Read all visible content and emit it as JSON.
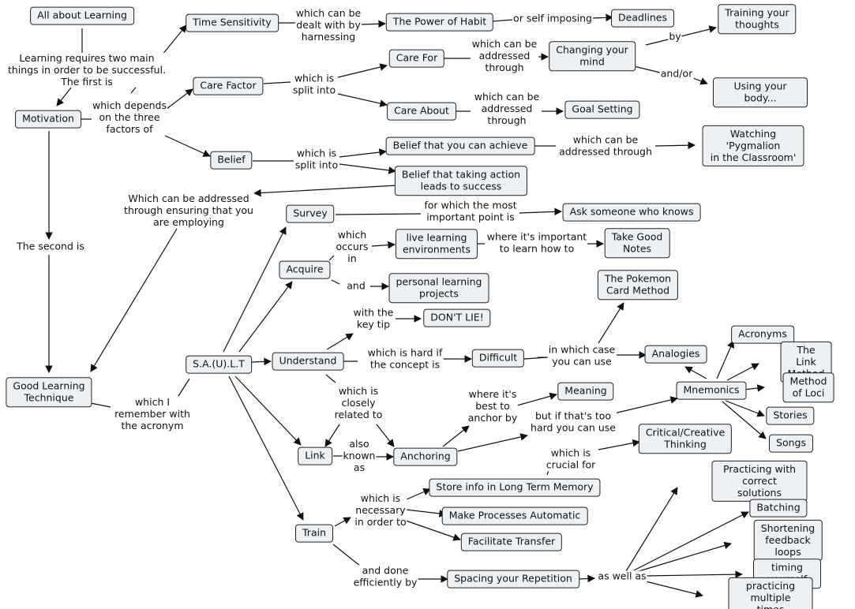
{
  "concepts": {
    "all_about": "All about Learning",
    "motivation": "Motivation",
    "time_sensitivity": "Time Sensitivity",
    "care_factor": "Care Factor",
    "belief": "Belief",
    "power_of_habit": "The Power of Habit",
    "deadlines": "Deadlines",
    "training_thoughts": "Training your\nthoughts",
    "care_for": "Care For",
    "changing_mind": "Changing your\nmind",
    "using_body": "Using your body...",
    "care_about": "Care About",
    "goal_setting": "Goal Setting",
    "belief_achieve": "Belief that you can achieve",
    "watching": "Watching 'Pygmalion\nin the Classroom'",
    "belief_action": "Belief that taking action\nleads to success",
    "good_learning": "Good Learning\nTechnique",
    "survey": "Survey",
    "ask_someone": "Ask someone who knows",
    "acquire": "Acquire",
    "live_learning": "live learning\nenvironments",
    "take_notes": "Take Good\nNotes",
    "personal_projects": "personal learning\nprojects",
    "pokemon": "The Pokemon\nCard Method",
    "dont_lie": "DON'T LIE!",
    "salult": "S.A.(U).L.T",
    "understand": "Understand",
    "difficult": "Difficult",
    "analogies": "Analogies",
    "acronyms": "Acronyms",
    "link_method": "The Link Method",
    "method_loci": "Method of Loci",
    "mnemonics": "Mnemonics",
    "meaning": "Meaning",
    "stories": "Stories",
    "songs": "Songs",
    "critical": "Critical/Creative\nThinking",
    "link": "Link",
    "anchoring": "Anchoring",
    "store_info": "Store info in Long Term Memory",
    "practicing_correct": "Practicing with correct solutions",
    "batching": "Batching",
    "make_auto": "Make Processes Automatic",
    "shortening": "Shortening feedback\nloops",
    "facilitate": "Facilitate Transfer",
    "train": "Train",
    "timing": "timing yourself",
    "spacing": "Spacing your Repetition",
    "practicing_multiple": "practicing multiple times"
  },
  "links": {
    "requires_two": "Learning requires two main\nthings in order to be successful.\nThe first is",
    "depends_three": "which depends\non the three\nfactors of",
    "dealt_harnessing": "which can be\ndealt with by\nharnessing",
    "or_self": "or self imposing",
    "by": "by",
    "and_or": "and/or",
    "which_split_1": "which is\nsplit into",
    "addressed_through_1": "which can be\naddressed\nthrough",
    "addressed_through_2": "which can be\naddressed\nthrough",
    "which_split_2": "which is\nsplit into",
    "addressed_through_3": "which can be\naddressed through",
    "second_is": "The second is",
    "ensuring_employing": "Which can be addressed\nthrough ensuring that you\nare employing",
    "most_important": "for which the most\nimportant point is",
    "occurs_in": "which\noccurs\nin",
    "important_learn": "where it's important\nto learn how to",
    "and": "and",
    "key_tip": "with the\nkey tip",
    "hard_if": "which is hard if\nthe concept is",
    "in_which_case": "in which case\nyou can use",
    "remember_acronym": "which I\nremember with\nthe acronym",
    "closely_related": "which is\nclosely\nrelated to",
    "best_anchor": "where it's\nbest to\nanchor by",
    "too_hard": "but if that's too\nhard you can use",
    "also_known": "also\nknown\nas",
    "crucial_for": "which is\ncrucial for",
    "necessary_order": "which is\nnecessary\nin order to",
    "done_efficiently": "and done\nefficiently by",
    "as_well_as": "as well as"
  }
}
